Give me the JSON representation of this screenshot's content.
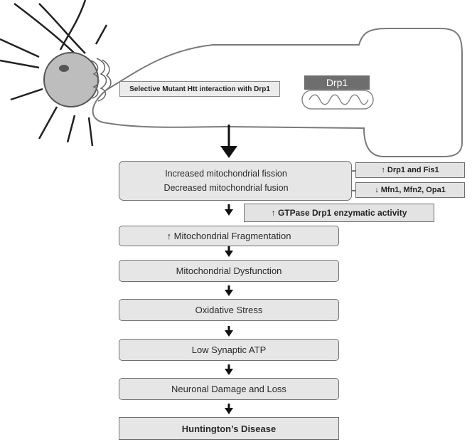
{
  "cell": {
    "mutant_htt_label": "Selective Mutant Htt interaction with Drp1",
    "drp1_label": "Drp1"
  },
  "steps": {
    "fission": "Increased mitochondrial fission",
    "fusion": "Decreased mitochondrial fusion",
    "drp1_fis1": "↑ Drp1 and Fis1",
    "mfn_opa": "↓ Mfn1, Mfn2, Opa1",
    "gtpase": "↑ GTPase Drp1 enzymatic activity",
    "fragmentation": "↑ Mitochondrial Fragmentation",
    "dysfunction": "Mitochondrial Dysfunction",
    "oxidative": "Oxidative Stress",
    "atp": "Low Synaptic ATP",
    "damage": "Neuronal Damage and Loss",
    "disease": "Huntington’s Disease"
  },
  "colors": {
    "box_fill": "#e6e6e6",
    "box_border": "#707070",
    "drp1_fill": "#6e6e6e",
    "arrow": "#111111"
  }
}
